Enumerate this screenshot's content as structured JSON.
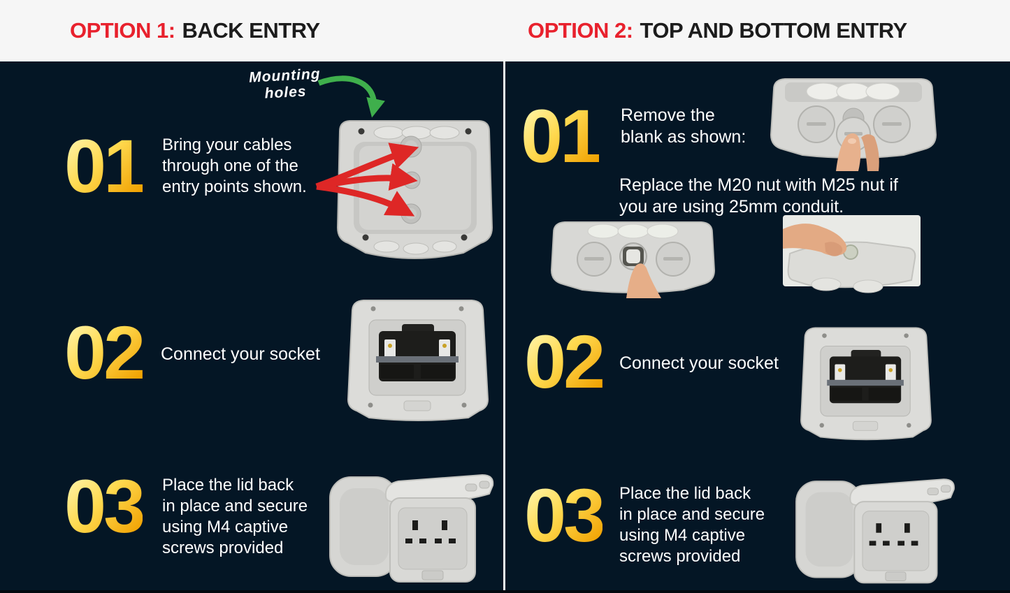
{
  "header": {
    "option1": {
      "prefix": "OPTION 1:",
      "title": "BACK ENTRY"
    },
    "option2": {
      "prefix": "OPTION 2:",
      "title": "TOP AND BOTTOM ENTRY"
    }
  },
  "option1": {
    "annotation": "Mounting\nholes",
    "steps": [
      {
        "number": "01",
        "text": "Bring your cables\nthrough one of the\nentry points shown."
      },
      {
        "number": "02",
        "text": "Connect your socket"
      },
      {
        "number": "03",
        "text": "Place the lid back\nin place and secure\nusing M4 captive\nscrews provided"
      }
    ]
  },
  "option2": {
    "steps": [
      {
        "number": "01",
        "text": "Remove the\nblank as shown:",
        "note": "Replace the M20 nut with M25 nut if\nyou are using 25mm conduit."
      },
      {
        "number": "02",
        "text": "Connect your socket"
      },
      {
        "number": "03",
        "text": "Place the lid back\nin place and secure\nusing M4 captive\nscrews provided"
      }
    ]
  },
  "images": {
    "option1_step1": "open-back-box-with-red-entry-arrows-and-green-mounting-holes-arrow",
    "option1_step2": "socket-back-plate-with-terminals",
    "option1_step3": "weatherproof-box-with-lid-open-showing-double-socket",
    "option2_step1": "box-bottom-view-fingers-removing-middle-blank",
    "option2_step1b": "box-bottom-view-open-conduit-hole-with-finger",
    "option2_step1c": "hand-fitting-nut-inside-open-box",
    "option2_step2": "socket-back-plate-with-terminals",
    "option2_step3": "weatherproof-box-with-lid-open-showing-double-socket"
  },
  "colors": {
    "background": "#041625",
    "header_background": "#f6f6f6",
    "accent_red": "#e8212d",
    "number_gold_light": "#fff4a8",
    "number_gold_dark": "#f1a202",
    "arrow_red": "#de2726",
    "arrow_green": "#3faf4c",
    "text_white": "#ffffff"
  }
}
